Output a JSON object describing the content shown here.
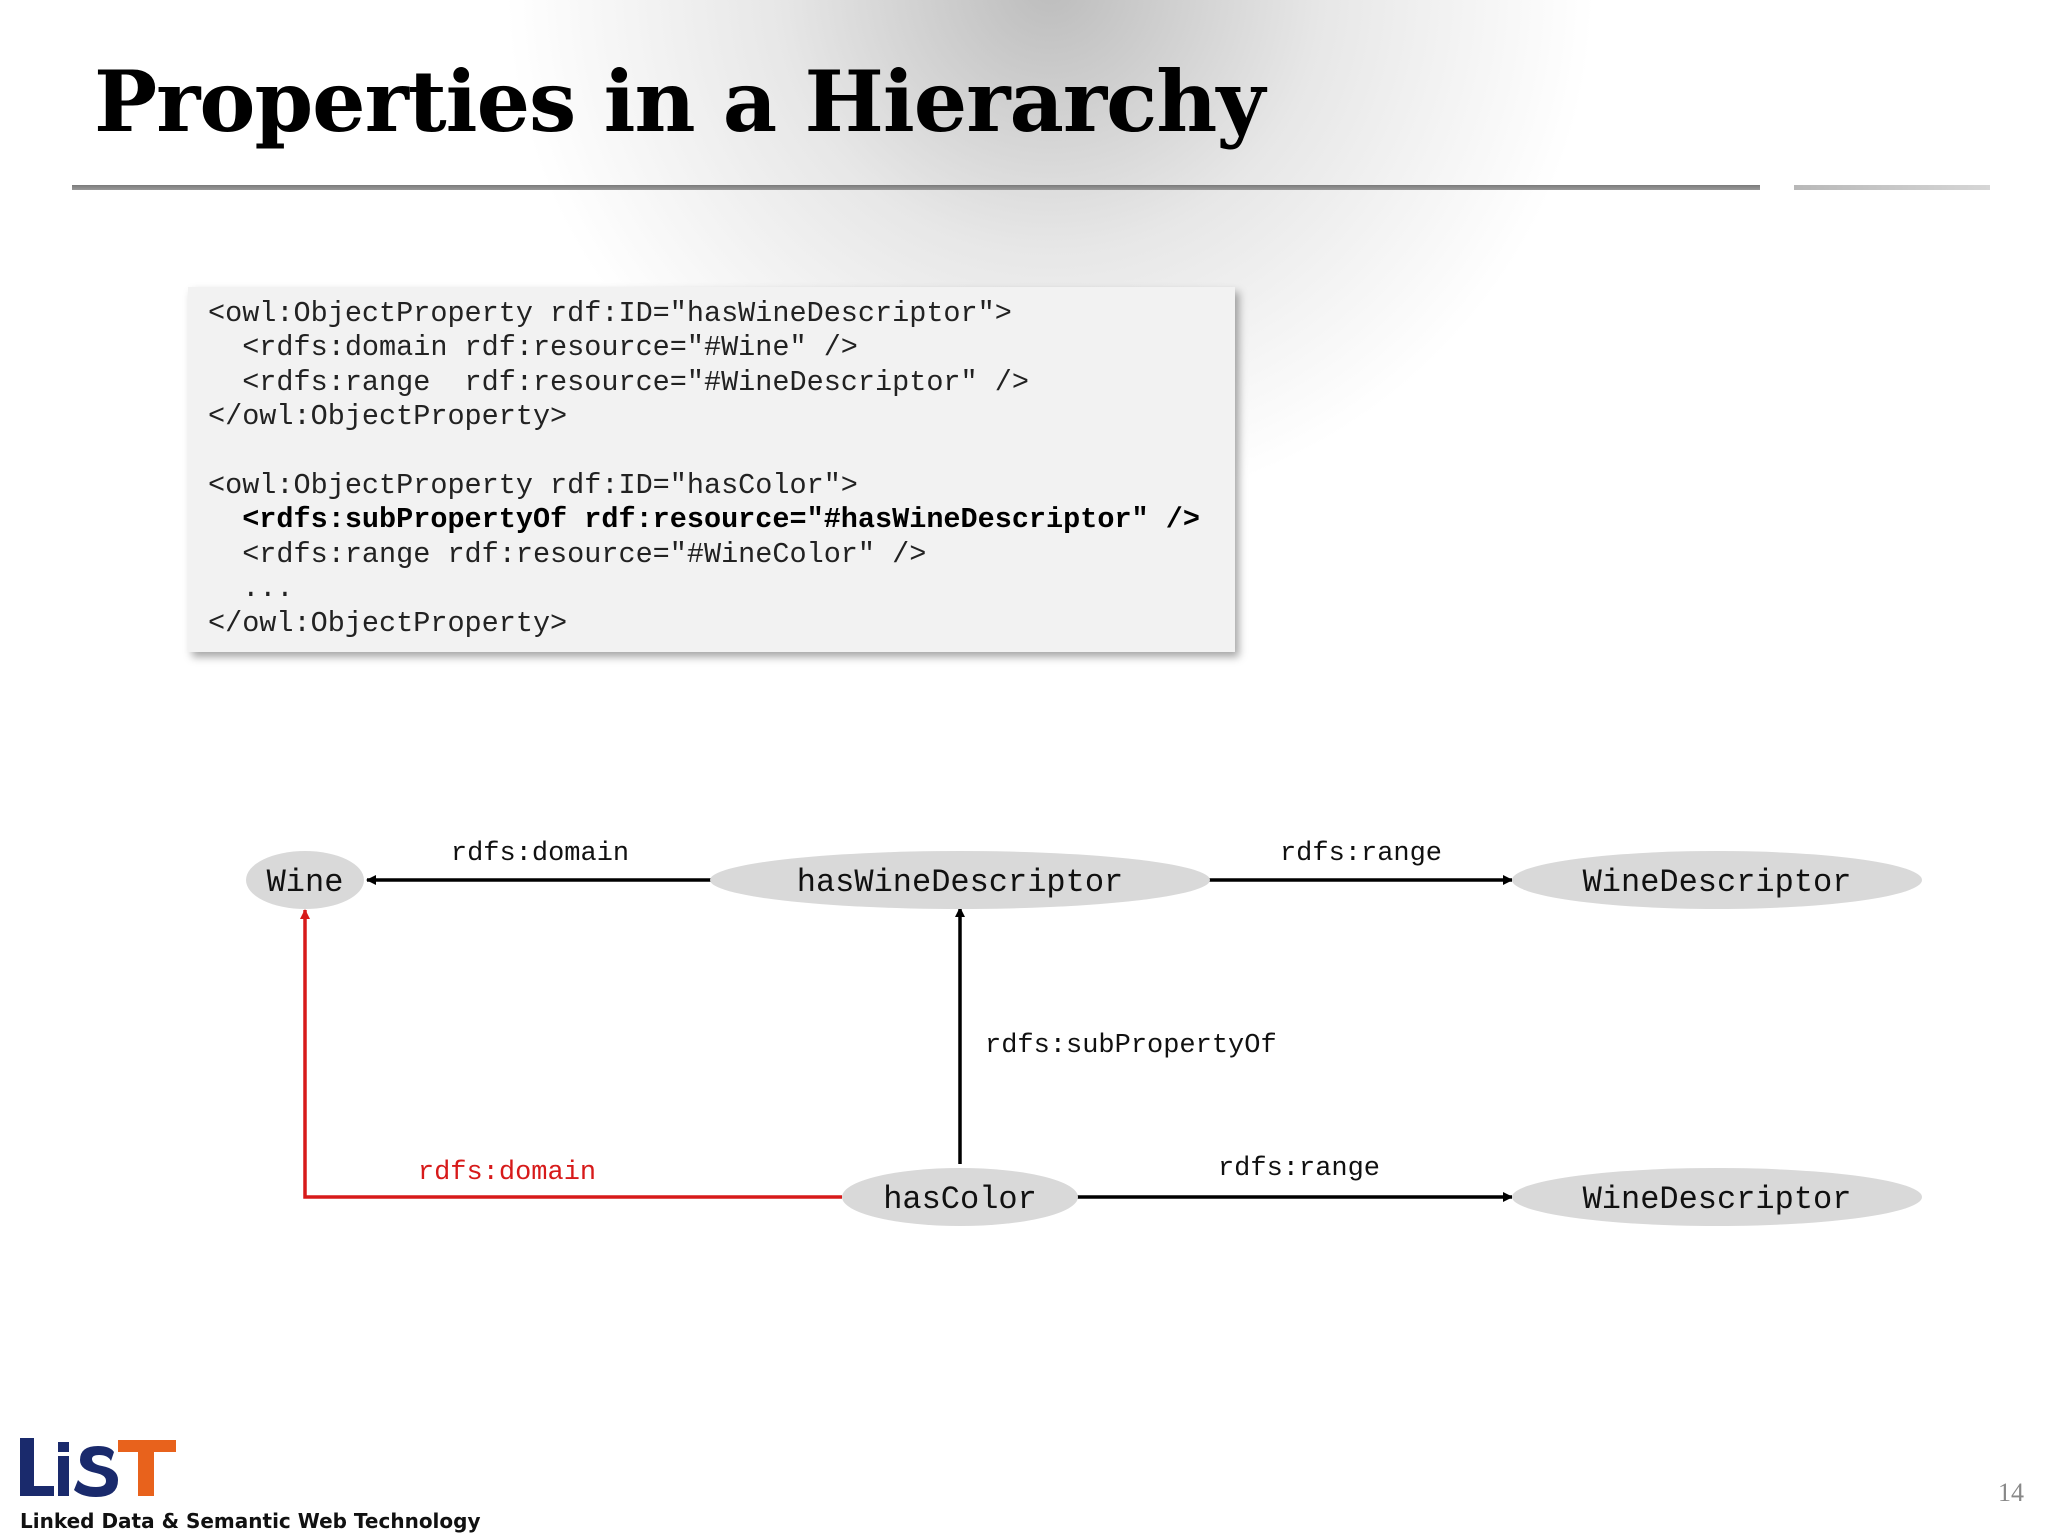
{
  "slide": {
    "title": "Properties in a Hierarchy",
    "page_number": "14",
    "footer_caption": "Linked Data & Semantic Web Technology",
    "logo_text": "LiST"
  },
  "code": {
    "lines": [
      {
        "text": "<owl:ObjectProperty rdf:ID=\"hasWineDescriptor\">",
        "bold": false
      },
      {
        "text": "  <rdfs:domain rdf:resource=\"#Wine\" />",
        "bold": false
      },
      {
        "text": "  <rdfs:range  rdf:resource=\"#WineDescriptor\" />",
        "bold": false
      },
      {
        "text": "</owl:ObjectProperty>",
        "bold": false
      },
      {
        "text": "",
        "bold": false
      },
      {
        "text": "<owl:ObjectProperty rdf:ID=\"hasColor\">",
        "bold": false
      },
      {
        "text": "  <rdfs:subPropertyOf rdf:resource=\"#hasWineDescriptor\" />",
        "bold": true
      },
      {
        "text": "  <rdfs:range rdf:resource=\"#WineColor\" />",
        "bold": false
      },
      {
        "text": "  ...",
        "bold": false
      },
      {
        "text": "</owl:ObjectProperty>",
        "bold": false
      }
    ]
  },
  "diagram": {
    "nodes": {
      "wine": "Wine",
      "has_wine_descriptor": "hasWineDescriptor",
      "wine_descriptor_top": "WineDescriptor",
      "has_color": "hasColor",
      "wine_descriptor_bottom": "WineDescriptor"
    },
    "edges": {
      "domain_top": "rdfs:domain",
      "range_top": "rdfs:range",
      "sub_property_of": "rdfs:subPropertyOf",
      "domain_bottom": "rdfs:domain",
      "range_bottom": "rdfs:range"
    },
    "colors": {
      "node_fill": "#d9d9d9",
      "edge": "#000000",
      "highlight_edge": "#d71a1a"
    }
  }
}
